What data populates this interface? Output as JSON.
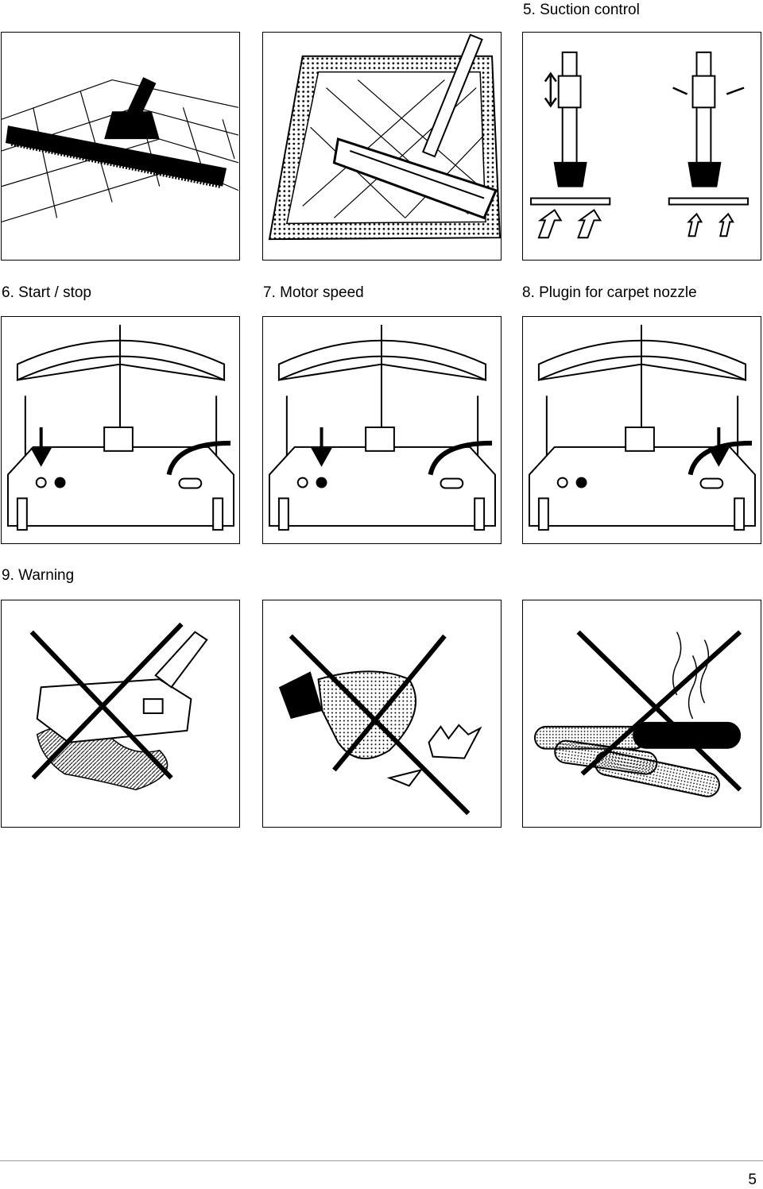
{
  "headings": {
    "suction_control": "5. Suction control",
    "start_stop": "6. Start / stop",
    "motor_speed": "7. Motor speed",
    "plugin_carpet": "8. Plugin for carpet nozzle",
    "warning": "9. Warning"
  },
  "page_number": "5",
  "illustrations": {
    "suction_control": [
      "floor-nozzle-on-tiles",
      "carpet-nozzle-on-rug",
      "tube-suction-regulator"
    ],
    "start_stop": [
      "vacuum-start-button-arrow"
    ],
    "motor_speed": [
      "vacuum-speed-button-arrow"
    ],
    "plugin_carpet": [
      "vacuum-socket-arrow"
    ],
    "warning": [
      "no-liquid-crossed",
      "no-broken-glass-crossed",
      "no-hot-ashes-crossed"
    ]
  },
  "colors": {
    "ink": "#000000",
    "paper": "#ffffff",
    "rule": "#9a9a9a"
  }
}
